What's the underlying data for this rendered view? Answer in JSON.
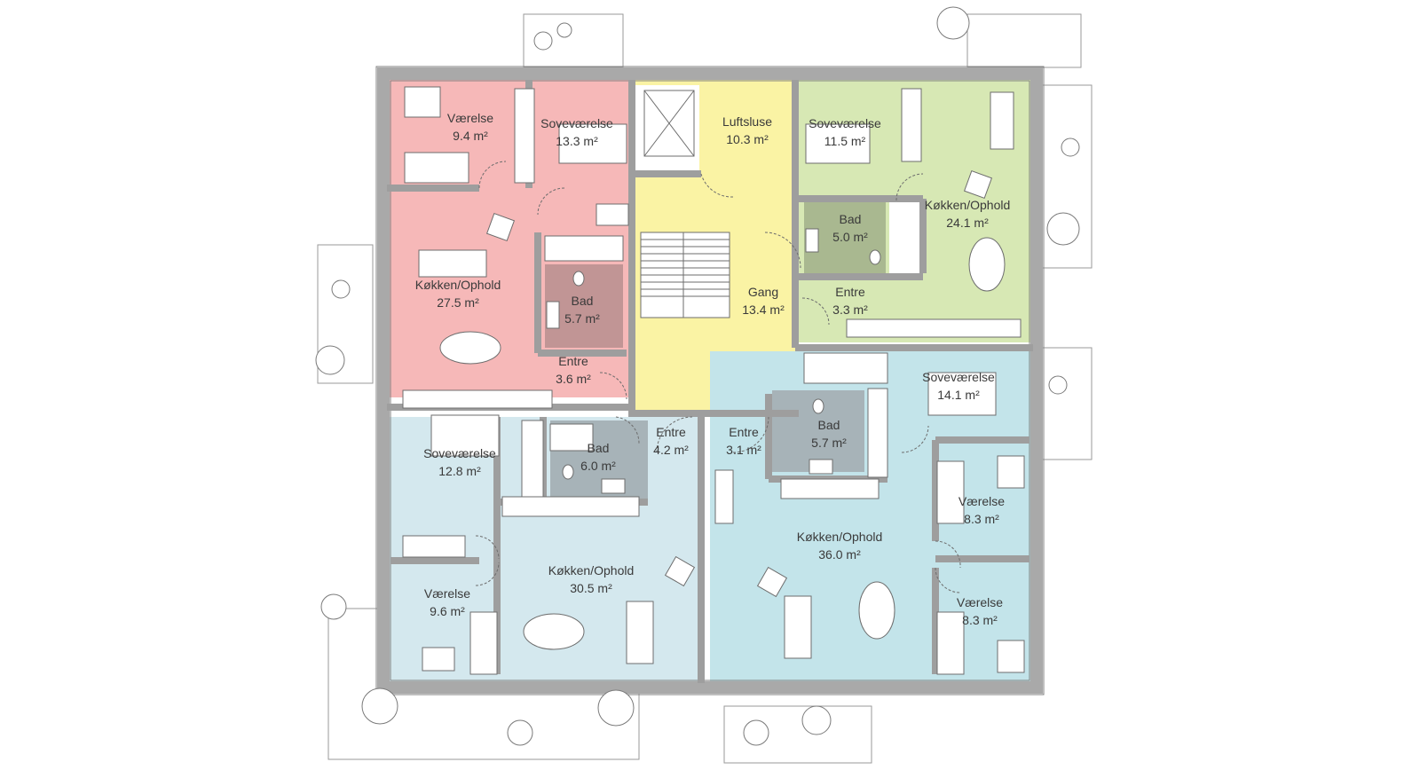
{
  "colors": {
    "red_apartment": "#f6b8b8",
    "yellow_core": "#faf3a4",
    "green_apartment": "#d7e8b4",
    "blue_apartment": "#d4e8ee",
    "blue_apartment_right": "#c3e4ea",
    "bath_red": "#c19595",
    "bath_green": "#a9b890",
    "bath_blue": "#a7b3b8",
    "wall": "#a9a9a9"
  },
  "rooms": {
    "red_vaerelse": {
      "name": "Værelse",
      "area": "9.4 m²"
    },
    "red_sovevaerelse": {
      "name": "Soveværelse",
      "area": "13.3 m²"
    },
    "red_kokken": {
      "name": "Køkken/Ophold",
      "area": "27.5 m²"
    },
    "red_bad": {
      "name": "Bad",
      "area": "5.7 m²"
    },
    "red_entre": {
      "name": "Entre",
      "area": "3.6 m²"
    },
    "luftsluse": {
      "name": "Luftsluse",
      "area": "10.3 m²"
    },
    "gang": {
      "name": "Gang",
      "area": "13.4 m²"
    },
    "green_sovevaerelse": {
      "name": "Soveværelse",
      "area": "11.5 m²"
    },
    "green_kokken": {
      "name": "Køkken/Ophold",
      "area": "24.1 m²"
    },
    "green_bad": {
      "name": "Bad",
      "area": "5.0 m²"
    },
    "green_entre": {
      "name": "Entre",
      "area": "3.3 m²"
    },
    "bl_sovevaerelse": {
      "name": "Soveværelse",
      "area": "12.8 m²"
    },
    "bl_bad": {
      "name": "Bad",
      "area": "6.0 m²"
    },
    "bl_entre": {
      "name": "Entre",
      "area": "4.2 m²"
    },
    "bl_kokken": {
      "name": "Køkken/Ophold",
      "area": "30.5 m²"
    },
    "bl_vaerelse": {
      "name": "Værelse",
      "area": "9.6 m²"
    },
    "br_entre": {
      "name": "Entre",
      "area": "3.1 m²"
    },
    "br_bad": {
      "name": "Bad",
      "area": "5.7 m²"
    },
    "br_sovevaerelse": {
      "name": "Soveværelse",
      "area": "14.1 m²"
    },
    "br_kokken": {
      "name": "Køkken/Ophold",
      "area": "36.0 m²"
    },
    "br_vaerelse1": {
      "name": "Værelse",
      "area": "8.3 m²"
    },
    "br_vaerelse2": {
      "name": "Værelse",
      "area": "8.3 m²"
    }
  },
  "icons": [
    "tree-icon",
    "table-icon",
    "sofa-icon",
    "bed-icon",
    "chair-icon",
    "toilet-icon",
    "shower-icon",
    "door-swing-icon",
    "stair-icon"
  ]
}
